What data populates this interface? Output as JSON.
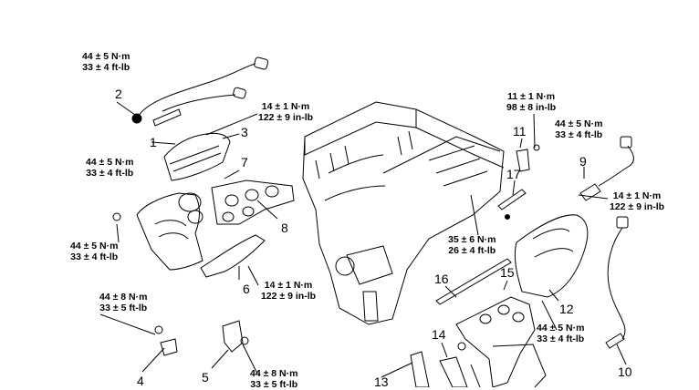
{
  "callouts": [
    "1",
    "2",
    "3",
    "4",
    "5",
    "6",
    "7",
    "8",
    "9",
    "10",
    "11",
    "12",
    "13",
    "14",
    "15",
    "16",
    "17"
  ],
  "torques": [
    {
      "line1": "44 ± 5 N·m",
      "line2": "33 ± 4 ft-lb"
    },
    {
      "line1": "14 ± 1 N·m",
      "line2": "122 ± 9 in-lb"
    },
    {
      "line1": "44 ± 5 N·m",
      "line2": "33 ± 4 ft-lb"
    },
    {
      "line1": "44 ± 5 N·m",
      "line2": "33 ± 4 ft-lb"
    },
    {
      "line1": "14 ± 1 N·m",
      "line2": "122 ± 9 in-lb"
    },
    {
      "line1": "44 ± 8 N·m",
      "line2": "33 ± 5 ft-lb"
    },
    {
      "line1": "44 ± 8 N·m",
      "line2": "33 ± 5 ft-lb"
    },
    {
      "line1": "11 ± 1 N·m",
      "line2": "98 ± 8 in-lb"
    },
    {
      "line1": "44 ± 5 N·m",
      "line2": "33 ± 4 ft-lb"
    },
    {
      "line1": "14 ± 1 N·m",
      "line2": "122 ± 9 in-lb"
    },
    {
      "line1": "35 ± 6 N·m",
      "line2": "26 ± 4 ft-lb"
    },
    {
      "line1": "44 ± 5 N·m",
      "line2": "33 ± 4 ft-lb"
    }
  ]
}
